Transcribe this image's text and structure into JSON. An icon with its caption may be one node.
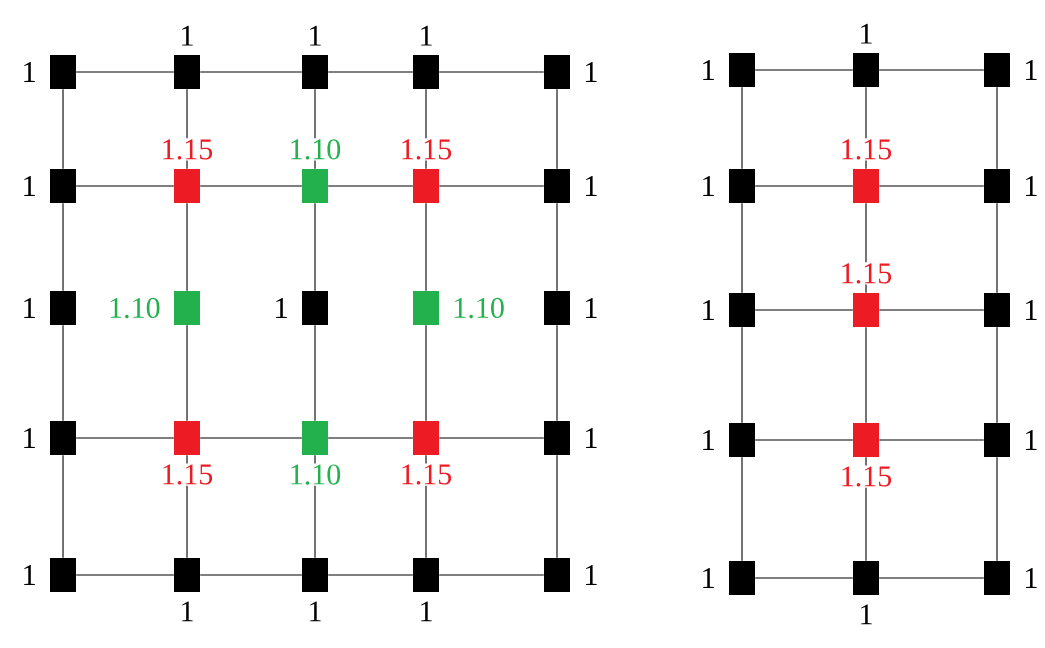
{
  "diagram": {
    "nodes": [
      {
        "text": [
          "1"
        ]
      },
      {
        "text": [
          "1"
        ]
      },
      {
        "text": [
          "1"
        ]
      },
      {
        "text": [
          "1"
        ]
      },
      {
        "text": [
          "1"
        ]
      },
      {
        "text": [
          "1"
        ]
      },
      {
        "text": [
          "1.15"
        ]
      },
      {
        "text": [
          "1.10"
        ]
      },
      {
        "text": [
          "1.15"
        ]
      },
      {
        "text": [
          "1"
        ]
      },
      {
        "text": [
          "1"
        ]
      },
      {
        "text": [
          "1.10"
        ]
      },
      {
        "text": [
          "1"
        ]
      },
      {
        "text": [
          "1.10"
        ]
      },
      {
        "text": [
          "1"
        ]
      },
      {
        "text": [
          "1"
        ]
      },
      {
        "text": [
          "1.15"
        ]
      },
      {
        "text": [
          "1.10"
        ]
      },
      {
        "text": [
          "1.15"
        ]
      },
      {
        "text": [
          "1"
        ]
      },
      {
        "text": [
          "1"
        ]
      },
      {
        "text": [
          "1"
        ]
      },
      {
        "text": [
          "1"
        ]
      },
      {
        "text": [
          "1"
        ]
      },
      {
        "text": [
          "1"
        ]
      },
      {
        "text": [
          "1"
        ]
      },
      {
        "text": [
          "1"
        ]
      },
      {
        "text": [
          "1"
        ]
      },
      {
        "text": [
          "1"
        ]
      },
      {
        "text": [
          "1.15"
        ]
      },
      {
        "text": [
          "1"
        ]
      },
      {
        "text": [
          "1"
        ]
      },
      {
        "text": [
          "1.15"
        ]
      },
      {
        "text": [
          "1"
        ]
      },
      {
        "text": [
          "1"
        ]
      },
      {
        "text": [
          "1.15"
        ]
      },
      {
        "text": [
          "1"
        ]
      },
      {
        "text": [
          "1"
        ]
      },
      {
        "text": [
          "1"
        ]
      },
      {
        "text": [
          "1"
        ]
      }
    ],
    "edges": [
      {
        "from": 0,
        "to": 1,
        "arrow": "none"
      },
      {
        "from": 1,
        "to": 2,
        "arrow": "none"
      },
      {
        "from": 2,
        "to": 3,
        "arrow": "none"
      },
      {
        "from": 3,
        "to": 4,
        "arrow": "none"
      },
      {
        "from": 5,
        "to": 6,
        "arrow": "none"
      },
      {
        "from": 6,
        "to": 7,
        "arrow": "none"
      },
      {
        "from": 7,
        "to": 8,
        "arrow": "none"
      },
      {
        "from": 8,
        "to": 9,
        "arrow": "none"
      },
      {
        "from": 15,
        "to": 16,
        "arrow": "none"
      },
      {
        "from": 16,
        "to": 17,
        "arrow": "none"
      },
      {
        "from": 17,
        "to": 18,
        "arrow": "none"
      },
      {
        "from": 18,
        "to": 19,
        "arrow": "none"
      },
      {
        "from": 20,
        "to": 21,
        "arrow": "none"
      },
      {
        "from": 21,
        "to": 22,
        "arrow": "none"
      },
      {
        "from": 22,
        "to": 23,
        "arrow": "none"
      },
      {
        "from": 23,
        "to": 24,
        "arrow": "none"
      },
      {
        "from": 0,
        "to": 5,
        "arrow": "none"
      },
      {
        "from": 1,
        "to": 6,
        "arrow": "none"
      },
      {
        "from": 2,
        "to": 7,
        "arrow": "none"
      },
      {
        "from": 3,
        "to": 8,
        "arrow": "none"
      },
      {
        "from": 4,
        "to": 9,
        "arrow": "none"
      },
      {
        "from": 5,
        "to": 10,
        "arrow": "none"
      },
      {
        "from": 6,
        "to": 11,
        "arrow": "none"
      },
      {
        "from": 7,
        "to": 12,
        "arrow": "none"
      },
      {
        "from": 8,
        "to": 13,
        "arrow": "none"
      },
      {
        "from": 9,
        "to": 14,
        "arrow": "none"
      },
      {
        "from": 10,
        "to": 15,
        "arrow": "none"
      },
      {
        "from": 11,
        "to": 16,
        "arrow": "none"
      },
      {
        "from": 12,
        "to": 17,
        "arrow": "none"
      },
      {
        "from": 13,
        "to": 18,
        "arrow": "none"
      },
      {
        "from": 14,
        "to": 19,
        "arrow": "none"
      },
      {
        "from": 15,
        "to": 20,
        "arrow": "none"
      },
      {
        "from": 16,
        "to": 21,
        "arrow": "none"
      },
      {
        "from": 17,
        "to": 22,
        "arrow": "none"
      },
      {
        "from": 18,
        "to": 23,
        "arrow": "none"
      },
      {
        "from": 19,
        "to": 24,
        "arrow": "none"
      },
      {
        "from": 25,
        "to": 26,
        "arrow": "none"
      },
      {
        "from": 26,
        "to": 27,
        "arrow": "none"
      },
      {
        "from": 28,
        "to": 29,
        "arrow": "none"
      },
      {
        "from": 29,
        "to": 30,
        "arrow": "none"
      },
      {
        "from": 31,
        "to": 32,
        "arrow": "none"
      },
      {
        "from": 32,
        "to": 33,
        "arrow": "none"
      },
      {
        "from": 34,
        "to": 35,
        "arrow": "none"
      },
      {
        "from": 35,
        "to": 36,
        "arrow": "none"
      },
      {
        "from": 37,
        "to": 38,
        "arrow": "none"
      },
      {
        "from": 38,
        "to": 39,
        "arrow": "none"
      },
      {
        "from": 25,
        "to": 28,
        "arrow": "none"
      },
      {
        "from": 26,
        "to": 29,
        "arrow": "none"
      },
      {
        "from": 27,
        "to": 30,
        "arrow": "none"
      },
      {
        "from": 28,
        "to": 31,
        "arrow": "none"
      },
      {
        "from": 29,
        "to": 32,
        "arrow": "none"
      },
      {
        "from": 30,
        "to": 33,
        "arrow": "none"
      },
      {
        "from": 31,
        "to": 34,
        "arrow": "none"
      },
      {
        "from": 32,
        "to": 35,
        "arrow": "none"
      },
      {
        "from": 33,
        "to": 36,
        "arrow": "none"
      },
      {
        "from": 34,
        "to": 37,
        "arrow": "none"
      },
      {
        "from": 35,
        "to": 38,
        "arrow": "none"
      },
      {
        "from": 36,
        "to": 39,
        "arrow": "none"
      }
    ]
  }
}
